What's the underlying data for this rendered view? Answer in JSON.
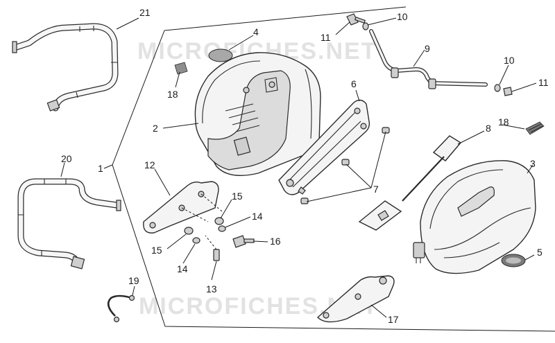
{
  "watermarks": [
    "MICROFICHES.NET",
    "MICROFICHES.NET"
  ],
  "callouts": [
    "1",
    "2",
    "3",
    "4",
    "5",
    "6",
    "7",
    "8",
    "9",
    "10",
    "10",
    "11",
    "11",
    "12",
    "13",
    "14",
    "14",
    "15",
    "15",
    "16",
    "17",
    "18",
    "18",
    "19",
    "20",
    "21"
  ]
}
